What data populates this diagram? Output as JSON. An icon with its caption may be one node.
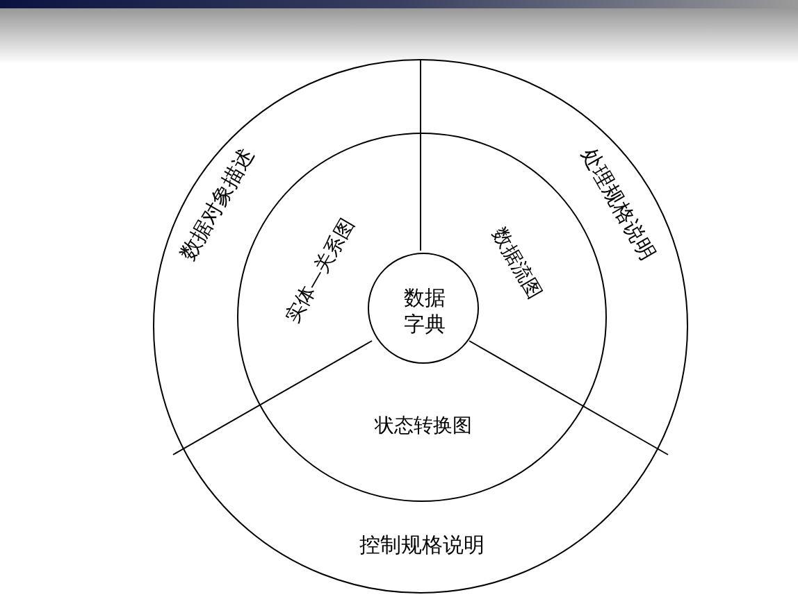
{
  "diagram": {
    "nodes": [
      {
        "text": [
          "数据对象描述",
          "处理规格说明",
          "控制规格说明"
        ]
      },
      {
        "text": [
          "实体—关系图",
          "数据流图",
          "状态转换图"
        ],
        "in": 0
      },
      {
        "text": [
          "数据字典"
        ],
        "in": 1
      }
    ]
  }
}
